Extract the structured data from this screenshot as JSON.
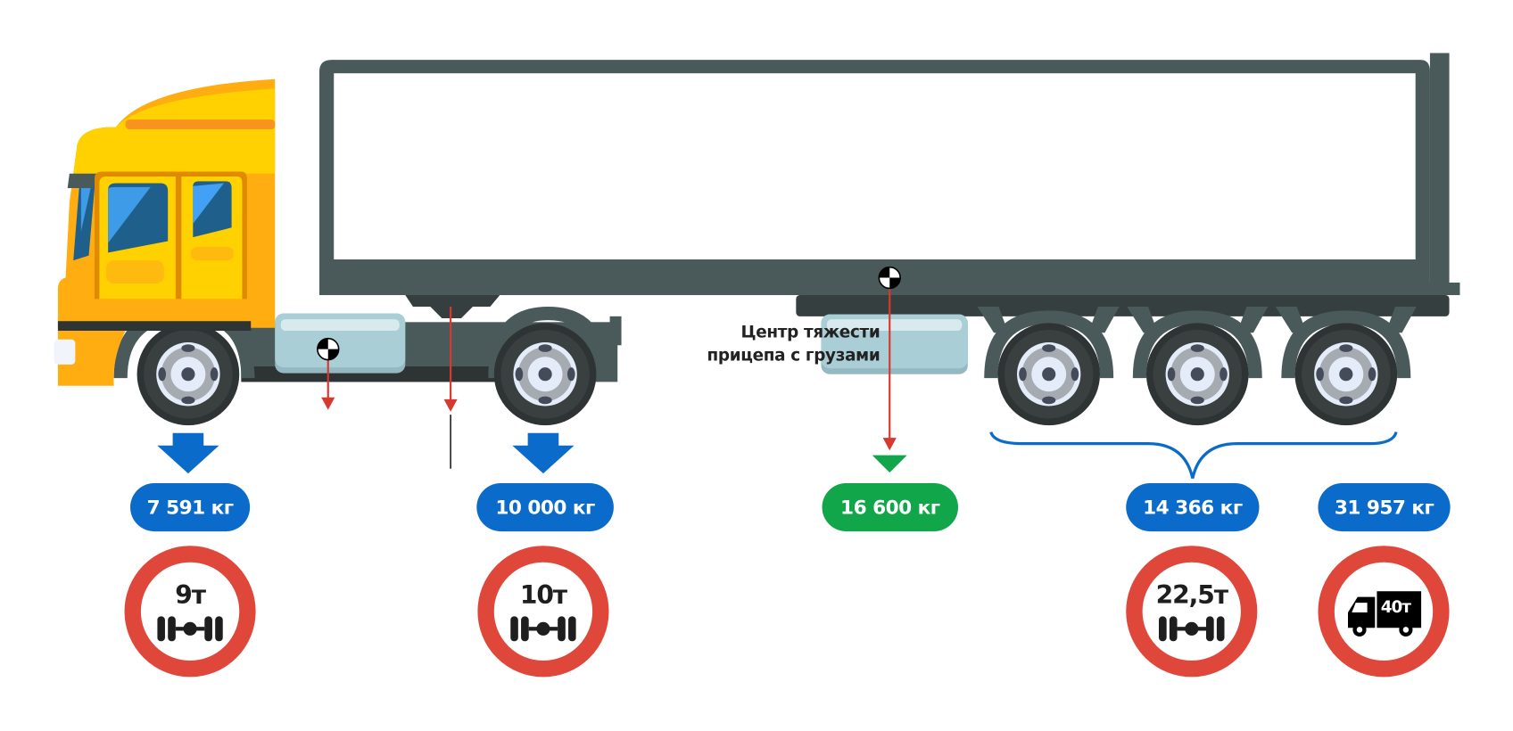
{
  "diagram": {
    "title": "Распределение нагрузки по осям автопоезда",
    "colors": {
      "cab_yellow": "#ffd100",
      "cab_orange": "#ffad10",
      "cab_stripe": "#f7931e",
      "trailer_frame": "#4a5a5a",
      "chassis_dark": "#2e3333",
      "tank_blue": "#a9ced6",
      "force_arrow_red": "#d63a2e",
      "load_blue": "#0b6bcb",
      "load_green": "#12a64a",
      "sign_red": "#e0473b"
    }
  },
  "cog_label": {
    "line1": "Центр тяжести",
    "line2": "прицепа с грузами"
  },
  "loads": {
    "front_axle": "7 591 кг",
    "drive_axle": "10 000 кг",
    "trailer_cog": "16 600 кг",
    "trailer_axles": "14 366 кг",
    "total": "31 957 кг"
  },
  "signs": {
    "front_axle_limit": "9т",
    "drive_axle_limit": "10т",
    "trailer_axle_group_limit": "22,5т",
    "total_mass_limit": "40т"
  },
  "icons": {
    "cog_marker": "center-of-gravity-icon",
    "axle": "axle-icon",
    "truck": "truck-icon",
    "down_arrow": "arrow-down-icon",
    "brace": "curly-brace-icon"
  }
}
